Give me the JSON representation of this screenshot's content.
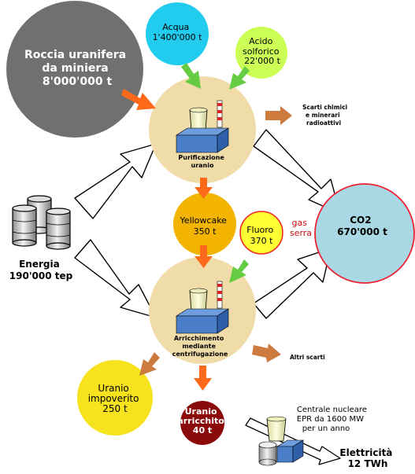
{
  "nodes": {
    "rock": {
      "lines": [
        "Roccia uranifera",
        "da miniera",
        "8'000'000 t"
      ]
    },
    "water": {
      "lines": [
        "Acqua",
        "1'400'000 t"
      ]
    },
    "acid": {
      "lines": [
        "Acido",
        "solforico",
        "22'000 t"
      ]
    },
    "purification": {
      "lines": [
        "Purificazione",
        "uranio"
      ]
    },
    "chemical_waste": {
      "lines": [
        "Scarti chimici",
        "e minerari",
        "radioattivi"
      ]
    },
    "energy": {
      "lines": [
        "Energia",
        "190'000 tep"
      ]
    },
    "yellowcake": {
      "lines": [
        "Yellowcake",
        "350 t"
      ]
    },
    "fluorine": {
      "lines": [
        "Fluoro",
        "370 t"
      ]
    },
    "greenhouse_gas": {
      "lines": [
        "gas",
        "serra"
      ]
    },
    "co2": {
      "lines": [
        "CO2",
        "670'000 t"
      ]
    },
    "enrichment": {
      "lines": [
        "Arricchimento",
        "mediante",
        "centrifugazione"
      ]
    },
    "other_waste": {
      "lines": [
        "Altri scarti"
      ]
    },
    "depleted_uranium": {
      "lines": [
        "Uranio",
        "impoverito",
        "250 t"
      ]
    },
    "enriched_uranium": {
      "lines": [
        "Uranio",
        "arricchito",
        "40 t"
      ]
    },
    "plant": {
      "lines": [
        "Centrale nucleare",
        "EPR da 1600 MW",
        "per un anno"
      ]
    },
    "electricity": {
      "lines": [
        "Elettricità",
        "12 TWh"
      ]
    }
  },
  "colors": {
    "rock_fill": "#707070",
    "water_fill": "#22ccee",
    "acid_fill": "#ccff55",
    "process_fill": "#f0dca8",
    "yellowcake_fill": "#f2b400",
    "fluorine_fill": "#ffff33",
    "fluorine_stroke": "#ee2222",
    "co2_fill": "#a9d8e4",
    "co2_stroke": "#ee2233",
    "depleted_fill": "#f6e21d",
    "enriched_fill": "#8b0a0a",
    "orange_arrow": "#ff6a1a",
    "green_arrow": "#66cc44",
    "brown_arrow": "#cc7a3e",
    "greenhouse_text": "#cc1111",
    "factory_blue": "#4a7fc8"
  },
  "icons": [
    "barrels-icon",
    "factory-icon",
    "power-plant-icon"
  ]
}
